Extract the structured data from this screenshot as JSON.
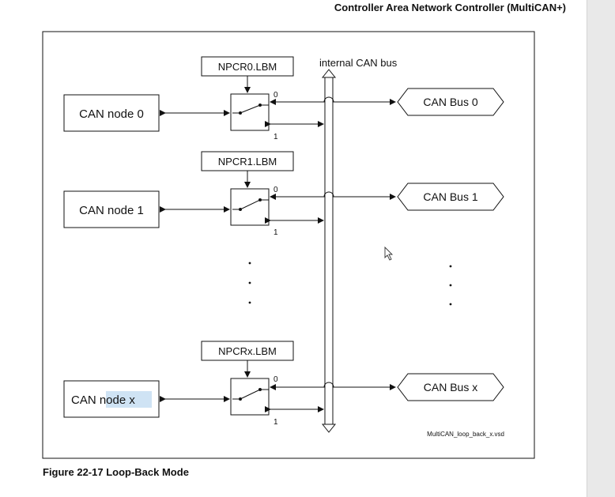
{
  "header": {
    "title": "Controller Area Network Controller (MultiCAN+)"
  },
  "bus_label": "internal CAN bus",
  "nodes": [
    {
      "node_label": "CAN node 0",
      "register": "NPCR0.LBM",
      "bus_out": "CAN Bus 0",
      "port0": "0",
      "port1": "1"
    },
    {
      "node_label": "CAN node 1",
      "register": "NPCR1.LBM",
      "bus_out": "CAN Bus 1",
      "port0": "0",
      "port1": "1"
    },
    {
      "node_label_prefix": "CAN ",
      "node_label_highlight": "node x",
      "register": "NPCRx.LBM",
      "bus_out": "CAN Bus x",
      "port0": "0",
      "port1": "1"
    }
  ],
  "file_label": "MultiCAN_loop_back_x.vsd",
  "caption": "Figure 22-17 Loop-Back Mode",
  "colors": {
    "line": "#111111",
    "highlight": "#cfe3f4",
    "scroll_strip": "#e9e9e9"
  }
}
